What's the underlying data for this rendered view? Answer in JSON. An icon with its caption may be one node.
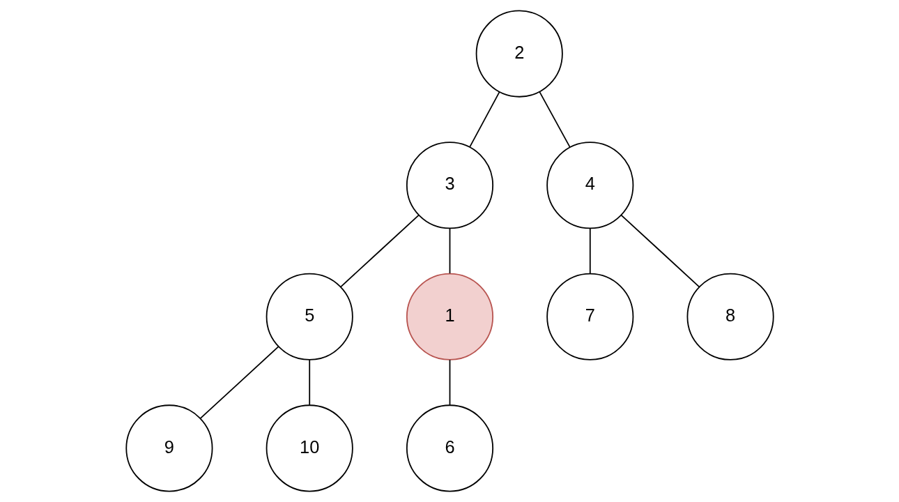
{
  "diagram": {
    "nodes": [
      {
        "text": [
          "2"
        ]
      },
      {
        "text": [
          "3"
        ]
      },
      {
        "text": [
          "4"
        ]
      },
      {
        "text": [
          "5"
        ]
      },
      {
        "text": [
          "1"
        ]
      },
      {
        "text": [
          "7"
        ]
      },
      {
        "text": [
          "8"
        ]
      },
      {
        "text": [
          "9"
        ]
      },
      {
        "text": [
          "10"
        ]
      },
      {
        "text": [
          "6"
        ]
      }
    ],
    "edges": [
      {
        "from": 0,
        "to": 1,
        "arrow": "none"
      },
      {
        "from": 0,
        "to": 2,
        "arrow": "none"
      },
      {
        "from": 1,
        "to": 3,
        "arrow": "none"
      },
      {
        "from": 1,
        "to": 4,
        "arrow": "none"
      },
      {
        "from": 2,
        "to": 5,
        "arrow": "none"
      },
      {
        "from": 2,
        "to": 6,
        "arrow": "none"
      },
      {
        "from": 3,
        "to": 7,
        "arrow": "none"
      },
      {
        "from": 3,
        "to": 8,
        "arrow": "none"
      },
      {
        "from": 4,
        "to": 9,
        "arrow": "none"
      }
    ]
  }
}
